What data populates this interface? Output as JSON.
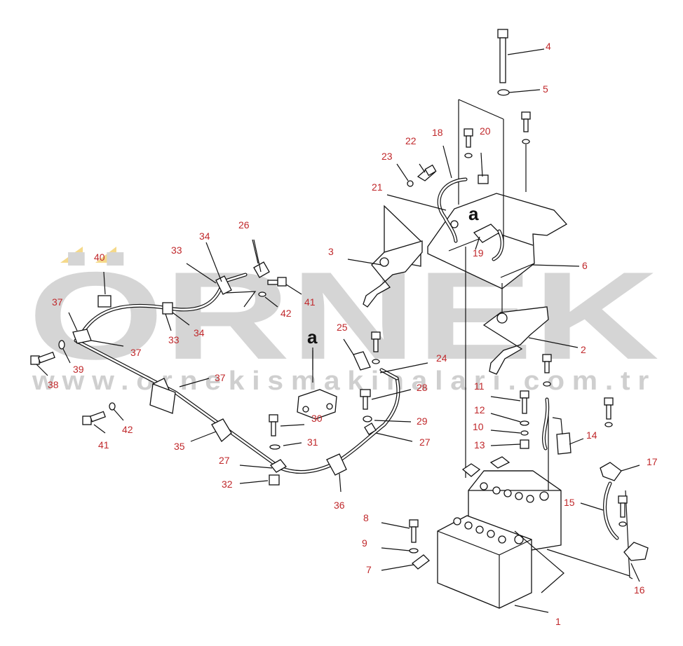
{
  "watermark": {
    "brand": "ÖRNEK",
    "url": "www.ornekismakinalari.com.tr",
    "accent_color": "#f5d98a",
    "text_color": "#d5d5d5"
  },
  "view_letter": "a",
  "callouts": [
    {
      "id": "c1",
      "text": "1"
    },
    {
      "id": "c2",
      "text": "2"
    },
    {
      "id": "c3",
      "text": "3"
    },
    {
      "id": "c4",
      "text": "4"
    },
    {
      "id": "c5",
      "text": "5"
    },
    {
      "id": "c6",
      "text": "6"
    },
    {
      "id": "c7",
      "text": "7"
    },
    {
      "id": "c8",
      "text": "8"
    },
    {
      "id": "c9",
      "text": "9"
    },
    {
      "id": "c10",
      "text": "10"
    },
    {
      "id": "c11",
      "text": "11"
    },
    {
      "id": "c12",
      "text": "12"
    },
    {
      "id": "c13",
      "text": "13"
    },
    {
      "id": "c14",
      "text": "14"
    },
    {
      "id": "c15",
      "text": "15"
    },
    {
      "id": "c16",
      "text": "16"
    },
    {
      "id": "c17",
      "text": "17"
    },
    {
      "id": "c18",
      "text": "18"
    },
    {
      "id": "c19",
      "text": "19"
    },
    {
      "id": "c20",
      "text": "20"
    },
    {
      "id": "c21",
      "text": "21"
    },
    {
      "id": "c22",
      "text": "22"
    },
    {
      "id": "c23",
      "text": "23"
    },
    {
      "id": "c24",
      "text": "24"
    },
    {
      "id": "c25",
      "text": "25"
    },
    {
      "id": "c26",
      "text": "26"
    },
    {
      "id": "c27a",
      "text": "27"
    },
    {
      "id": "c27b",
      "text": "27"
    },
    {
      "id": "c28",
      "text": "28"
    },
    {
      "id": "c29",
      "text": "29"
    },
    {
      "id": "c30",
      "text": "30"
    },
    {
      "id": "c31",
      "text": "31"
    },
    {
      "id": "c32",
      "text": "32"
    },
    {
      "id": "c33a",
      "text": "33"
    },
    {
      "id": "c33b",
      "text": "33"
    },
    {
      "id": "c34a",
      "text": "34"
    },
    {
      "id": "c34b",
      "text": "34"
    },
    {
      "id": "c35",
      "text": "35"
    },
    {
      "id": "c36",
      "text": "36"
    },
    {
      "id": "c37a",
      "text": "37"
    },
    {
      "id": "c37b",
      "text": "37"
    },
    {
      "id": "c37c",
      "text": "37"
    },
    {
      "id": "c38",
      "text": "38"
    },
    {
      "id": "c39",
      "text": "39"
    },
    {
      "id": "c40",
      "text": "40"
    },
    {
      "id": "c41a",
      "text": "41"
    },
    {
      "id": "c41b",
      "text": "41"
    },
    {
      "id": "c42a",
      "text": "42"
    },
    {
      "id": "c42b",
      "text": "42"
    }
  ]
}
